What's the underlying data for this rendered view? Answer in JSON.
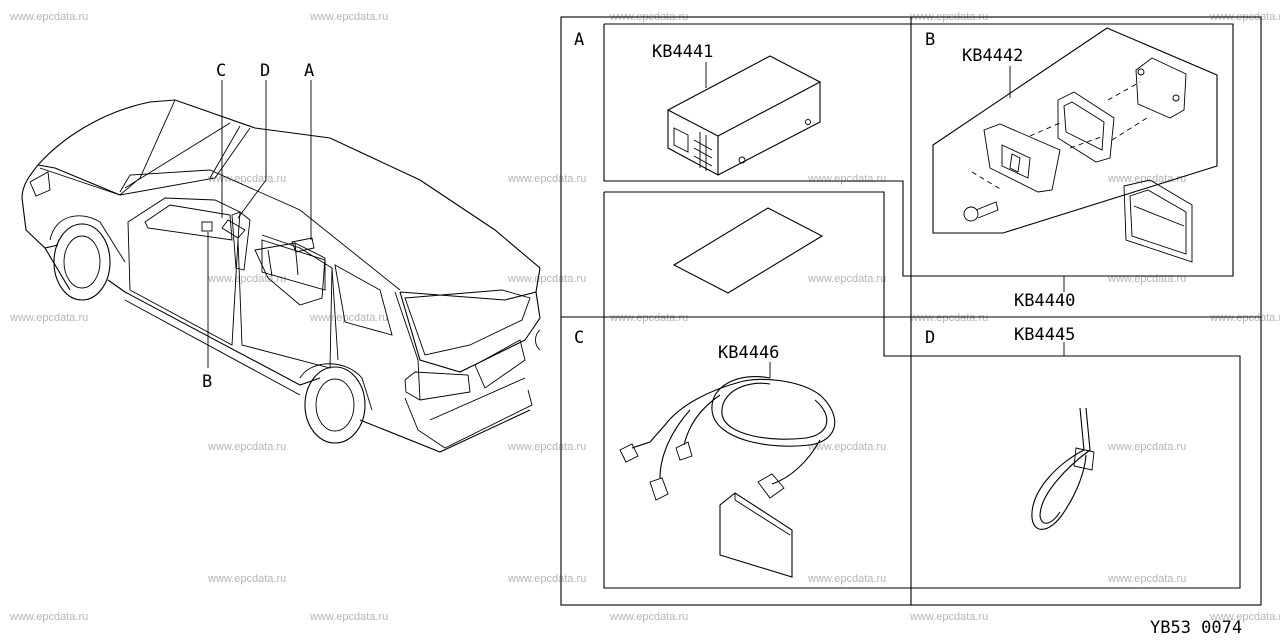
{
  "watermark": "www.epcdata.ru",
  "drawing_code": "YB53 0074",
  "vehicle_callouts": [
    "A",
    "B",
    "C",
    "D"
  ],
  "panels": [
    {
      "letter": "A",
      "part": "KB4441"
    },
    {
      "letter": "B",
      "part": "KB4442"
    },
    {
      "letter": "C",
      "part": "KB4446"
    },
    {
      "letter": "D",
      "part": "KB4445"
    }
  ],
  "assembly_part": "KB4440"
}
